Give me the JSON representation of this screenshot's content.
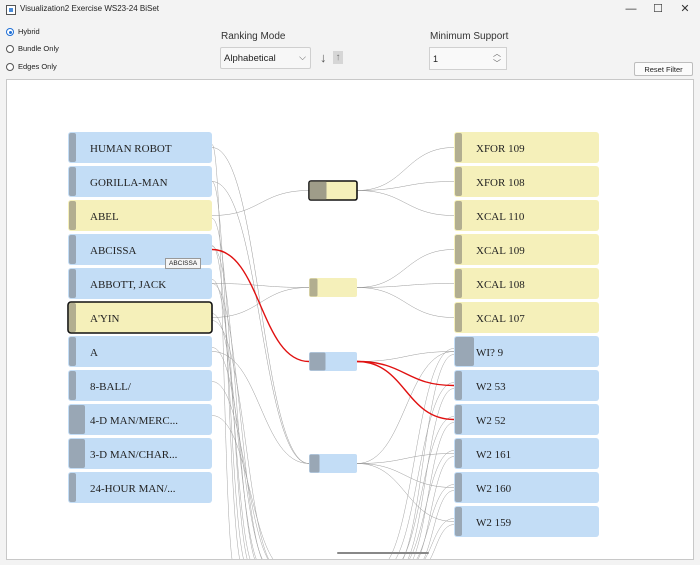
{
  "window": {
    "title": "Visualization2 Exercise WS23-24 BiSet",
    "minimize": "—",
    "maximize": "☐",
    "close": "✕"
  },
  "modes": [
    {
      "label": "Hybrid",
      "selected": true
    },
    {
      "label": "Bundle Only",
      "selected": false
    },
    {
      "label": "Edges Only",
      "selected": false
    }
  ],
  "ranking": {
    "label": "Ranking Mode",
    "value": "Alphabetical",
    "sort_down": "↓",
    "sort_up": "↑"
  },
  "support": {
    "label": "Minimum Support",
    "value": "1",
    "up": "︿",
    "down": "﹀"
  },
  "reset_label": "Reset Filter",
  "tooltip": "ABCISSA",
  "colors": {
    "blue": "#c3ddf6",
    "yellow": "#f5f0ba",
    "bar_blue": "#99a7b5",
    "bar_yellow": "#b2ae90",
    "highlight": "#e01010"
  },
  "left_items": [
    {
      "label": "HUMAN ROBOT",
      "color": "blue"
    },
    {
      "label": "GORILLA-MAN",
      "color": "blue"
    },
    {
      "label": "ABEL",
      "color": "yellow"
    },
    {
      "label": "ABCISSA",
      "color": "blue"
    },
    {
      "label": "ABBOTT, JACK",
      "color": "blue"
    },
    {
      "label": "A'YIN",
      "color": "yellow",
      "selected": true
    },
    {
      "label": "A",
      "color": "blue"
    },
    {
      "label": "8-BALL/",
      "color": "blue"
    },
    {
      "label": "4-D MAN/MERC...",
      "color": "blue"
    },
    {
      "label": "3-D MAN/CHAR...",
      "color": "blue"
    },
    {
      "label": "24-HOUR MAN/...",
      "color": "blue"
    }
  ],
  "right_items": [
    {
      "label": "XFOR 109",
      "color": "yellow"
    },
    {
      "label": "XFOR 108",
      "color": "yellow"
    },
    {
      "label": "XCAL 110",
      "color": "yellow"
    },
    {
      "label": "XCAL 109",
      "color": "yellow"
    },
    {
      "label": "XCAL 108",
      "color": "yellow"
    },
    {
      "label": "XCAL 107",
      "color": "yellow"
    },
    {
      "label": "WI? 9",
      "color": "blue"
    },
    {
      "label": "W2 53",
      "color": "blue"
    },
    {
      "label": "W2 52",
      "color": "blue"
    },
    {
      "label": "W2 161",
      "color": "blue"
    },
    {
      "label": "W2 160",
      "color": "blue"
    },
    {
      "label": "W2 159",
      "color": "blue"
    }
  ],
  "bundles": [
    {
      "color": "yellow",
      "selected": true
    },
    {
      "color": "yellow",
      "selected": false
    },
    {
      "color": "blue",
      "selected": false
    },
    {
      "color": "blue",
      "selected": false
    }
  ]
}
